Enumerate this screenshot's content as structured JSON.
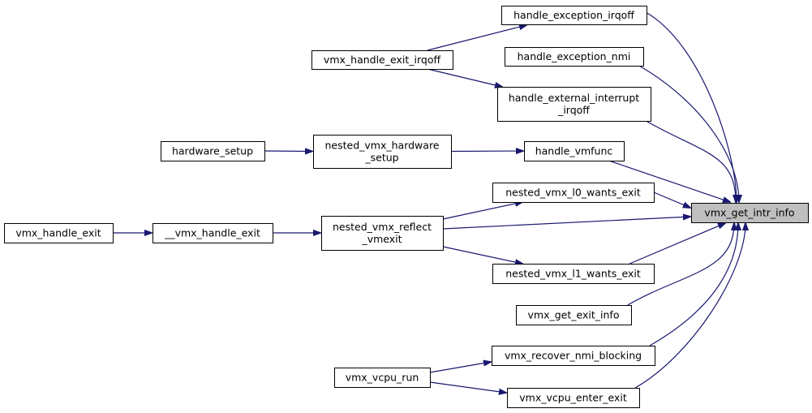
{
  "colors": {
    "edge": "#191970",
    "focus_fill": "#bfbfbf",
    "node_fill": "#ffffff",
    "node_border": "#000000"
  },
  "nodes": {
    "focus": [
      "vmx_get_intr_info"
    ],
    "handle_exception_irqoff": [
      "handle_exception_irqoff"
    ],
    "handle_exception_nmi": [
      "handle_exception_nmi"
    ],
    "handle_external_interrupt_irqoff": [
      "handle_external_interrupt",
      "_irqoff"
    ],
    "vmx_handle_exit_irqoff": [
      "vmx_handle_exit_irqoff"
    ],
    "hardware_setup": [
      "hardware_setup"
    ],
    "nested_vmx_hardware_setup": [
      "nested_vmx_hardware",
      "_setup"
    ],
    "handle_vmfunc": [
      "handle_vmfunc"
    ],
    "nested_vmx_l0_wants_exit": [
      "nested_vmx_l0_wants_exit"
    ],
    "vmx_handle_exit": [
      "vmx_handle_exit"
    ],
    "__vmx_handle_exit": [
      "__vmx_handle_exit"
    ],
    "nested_vmx_reflect_vmexit": [
      "nested_vmx_reflect",
      "_vmexit"
    ],
    "nested_vmx_l1_wants_exit": [
      "nested_vmx_l1_wants_exit"
    ],
    "vmx_get_exit_info": [
      "vmx_get_exit_info"
    ],
    "vmx_recover_nmi_blocking": [
      "vmx_recover_nmi_blocking"
    ],
    "vmx_vcpu_run": [
      "vmx_vcpu_run"
    ],
    "vmx_vcpu_enter_exit": [
      "vmx_vcpu_enter_exit"
    ]
  },
  "edges": [
    [
      "handle_exception_irqoff",
      "focus"
    ],
    [
      "handle_exception_nmi",
      "focus"
    ],
    [
      "handle_external_interrupt_irqoff",
      "focus"
    ],
    [
      "handle_vmfunc",
      "focus"
    ],
    [
      "nested_vmx_l0_wants_exit",
      "focus"
    ],
    [
      "nested_vmx_reflect_vmexit",
      "focus"
    ],
    [
      "nested_vmx_l1_wants_exit",
      "focus"
    ],
    [
      "vmx_get_exit_info",
      "focus"
    ],
    [
      "vmx_recover_nmi_blocking",
      "focus"
    ],
    [
      "vmx_vcpu_enter_exit",
      "focus"
    ],
    [
      "vmx_handle_exit_irqoff",
      "handle_exception_irqoff"
    ],
    [
      "vmx_handle_exit_irqoff",
      "handle_external_interrupt_irqoff"
    ],
    [
      "hardware_setup",
      "nested_vmx_hardware_setup"
    ],
    [
      "nested_vmx_hardware_setup",
      "handle_vmfunc"
    ],
    [
      "nested_vmx_reflect_vmexit",
      "nested_vmx_l0_wants_exit"
    ],
    [
      "nested_vmx_reflect_vmexit",
      "nested_vmx_l1_wants_exit"
    ],
    [
      "__vmx_handle_exit",
      "nested_vmx_reflect_vmexit"
    ],
    [
      "vmx_handle_exit",
      "__vmx_handle_exit"
    ],
    [
      "vmx_vcpu_run",
      "vmx_recover_nmi_blocking"
    ],
    [
      "vmx_vcpu_run",
      "vmx_vcpu_enter_exit"
    ]
  ]
}
